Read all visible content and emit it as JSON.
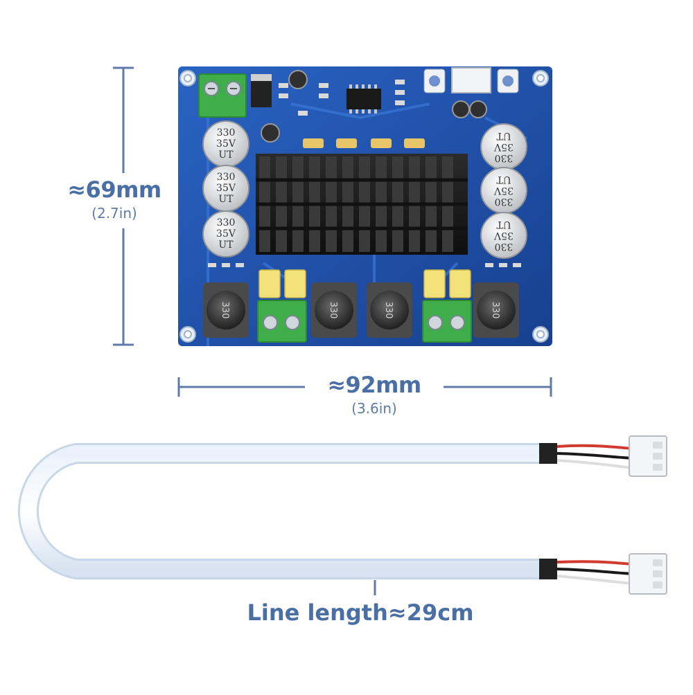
{
  "product": {
    "height": {
      "label": "≈69mm",
      "sub": "(2.7in)"
    },
    "width": {
      "label": "≈92mm",
      "sub": "(3.6in)"
    },
    "cable": {
      "label": "Line length≈29cm"
    }
  },
  "board": {
    "capacitor_marking": [
      "330",
      "35V",
      "UT"
    ],
    "inductor_marking": "330"
  },
  "colors": {
    "pcb": "#1f4fa8",
    "heatsink": "#1c1c1c",
    "terminal": "#3fae4a",
    "dimension": "#4a6fa5"
  }
}
